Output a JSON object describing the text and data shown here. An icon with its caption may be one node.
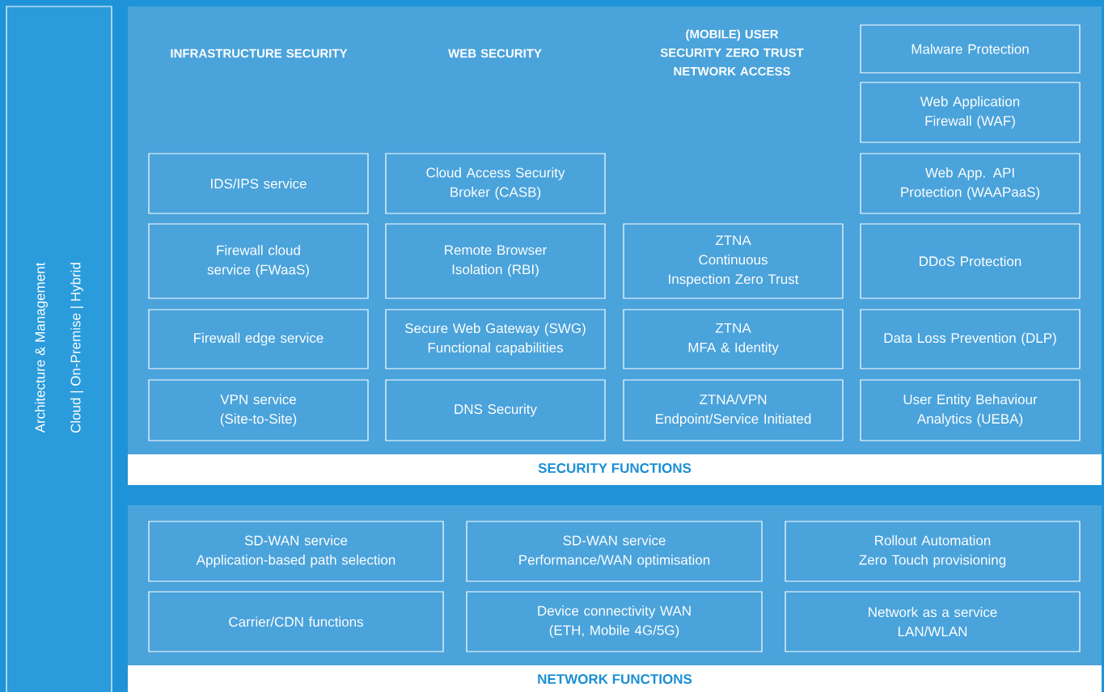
{
  "diagram": {
    "nodes": [
      {
        "text": [
          "Architecture & Management",
          "Cloud | On-Premise | Hybrid"
        ]
      },
      {
        "text": [
          "SECURITY FUNCTIONS"
        ]
      },
      {
        "text": [
          "Malware Protection"
        ],
        "in": 1
      },
      {
        "text": [
          "Web Application Firewall (WAF)"
        ],
        "in": 1
      },
      {
        "text": [
          "IDS/IPS service"
        ],
        "in": 1
      },
      {
        "text": [
          "Cloud Access Security Broker (CASB)"
        ],
        "in": 1
      },
      {
        "text": [
          "Web App. API Protection (WAAPaaS)"
        ],
        "in": 1
      },
      {
        "text": [
          "Firewall cloud service (FWaaS)"
        ],
        "in": 1
      },
      {
        "text": [
          "Remote Browser Isolation (RBI)"
        ],
        "in": 1
      },
      {
        "text": [
          "ZTNA",
          "Continuous Inspection Zero Trust"
        ],
        "in": 1
      },
      {
        "text": [
          "DDoS Protection"
        ],
        "in": 1
      },
      {
        "text": [
          "Firewall edge service"
        ],
        "in": 1
      },
      {
        "text": [
          "Secure Web Gateway (SWG)",
          "Functional capabilities"
        ],
        "in": 1
      },
      {
        "text": [
          "ZTNA",
          "MFA & Identity"
        ],
        "in": 1
      },
      {
        "text": [
          "Data Loss Prevention (DLP)"
        ],
        "in": 1
      },
      {
        "text": [
          "VPN service (Site-to-Site)"
        ],
        "in": 1
      },
      {
        "text": [
          "DNS Security"
        ],
        "in": 1
      },
      {
        "text": [
          "ZTNA/VPN",
          "Endpoint/Service Initiated"
        ],
        "in": 1
      },
      {
        "text": [
          "User Entity Behaviour Analytics (UEBA)"
        ],
        "in": 1
      },
      {
        "text": [
          "NETWORK FUNCTIONS"
        ]
      },
      {
        "text": [
          "SD-WAN service",
          "Application-based path selection"
        ],
        "in": 19
      },
      {
        "text": [
          "SD-WAN service",
          "Performance/WAN optimisation"
        ],
        "in": 19
      },
      {
        "text": [
          "Rollout Automation",
          "Zero Touch provisioning"
        ],
        "in": 19
      },
      {
        "text": [
          "Carrier/CDN functions"
        ],
        "in": 19
      },
      {
        "text": [
          "Device connectivity WAN",
          "(ETH, Mobile 4G/5G)"
        ],
        "in": 19
      },
      {
        "text": [
          "Network as a service",
          "LAN/WLAN"
        ],
        "in": 19
      }
    ],
    "labels": [
      "INFRASTRUCTURE SECURITY",
      "WEB SECURITY",
      "(MOBILE) USER SECURITY ZERO TRUST NETWORK ACCESS"
    ]
  }
}
